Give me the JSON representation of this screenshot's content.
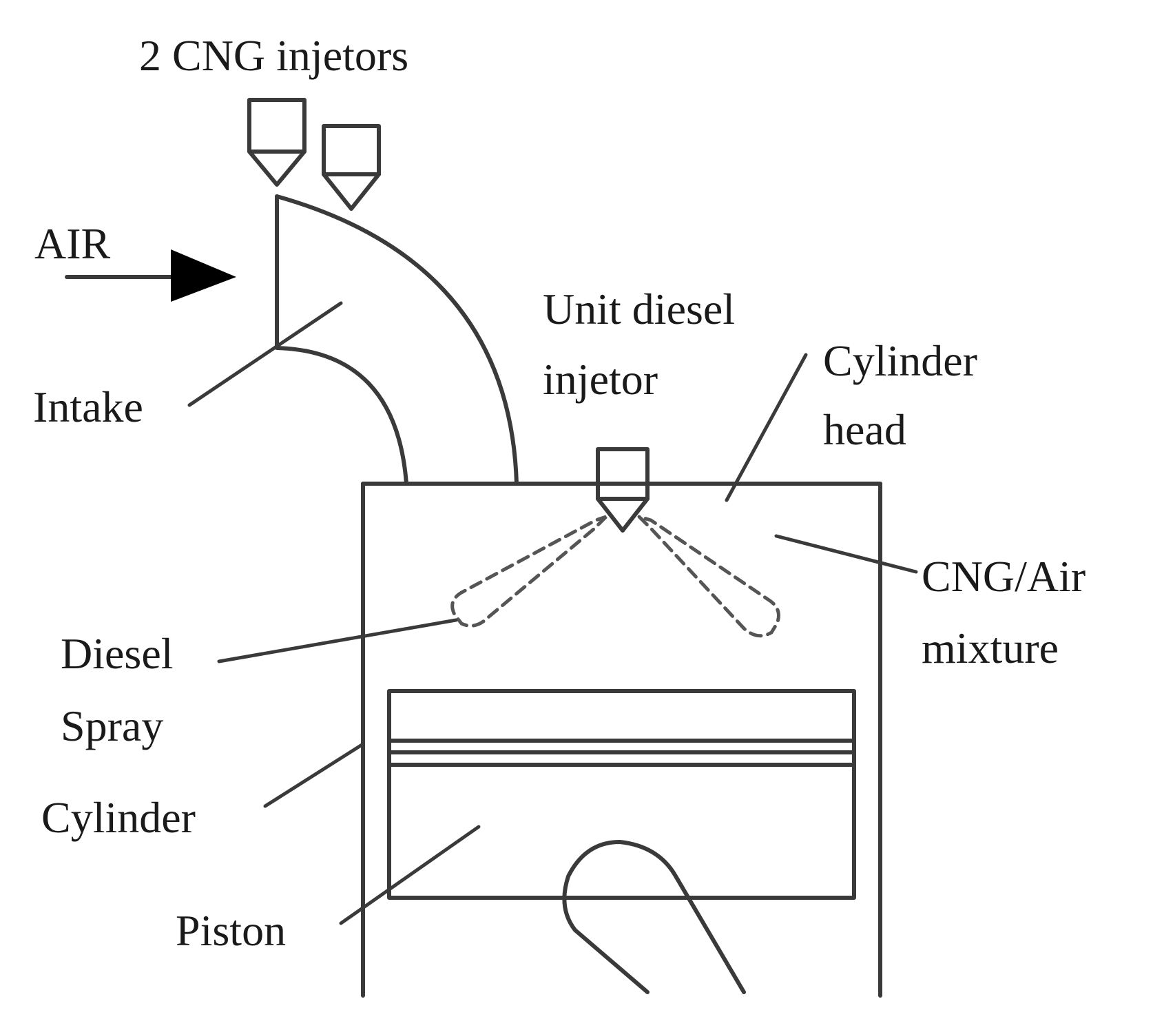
{
  "colors": {
    "stroke": "#3a3a3a",
    "text": "#1a1a1a",
    "background": "#ffffff"
  },
  "labels": {
    "cng_injectors": "2 CNG injetors",
    "air": "AIR",
    "intake": "Intake",
    "unit_diesel_line1": "Unit diesel",
    "unit_diesel_line2": "injetor",
    "cylinder_head_line1": "Cylinder",
    "cylinder_head_line2": "head",
    "cng_air_line1": "CNG/Air",
    "cng_air_line2": "mixture",
    "diesel_spray_line1": "Diesel",
    "diesel_spray_line2": "Spray",
    "cylinder": "Cylinder",
    "piston": "Piston"
  }
}
